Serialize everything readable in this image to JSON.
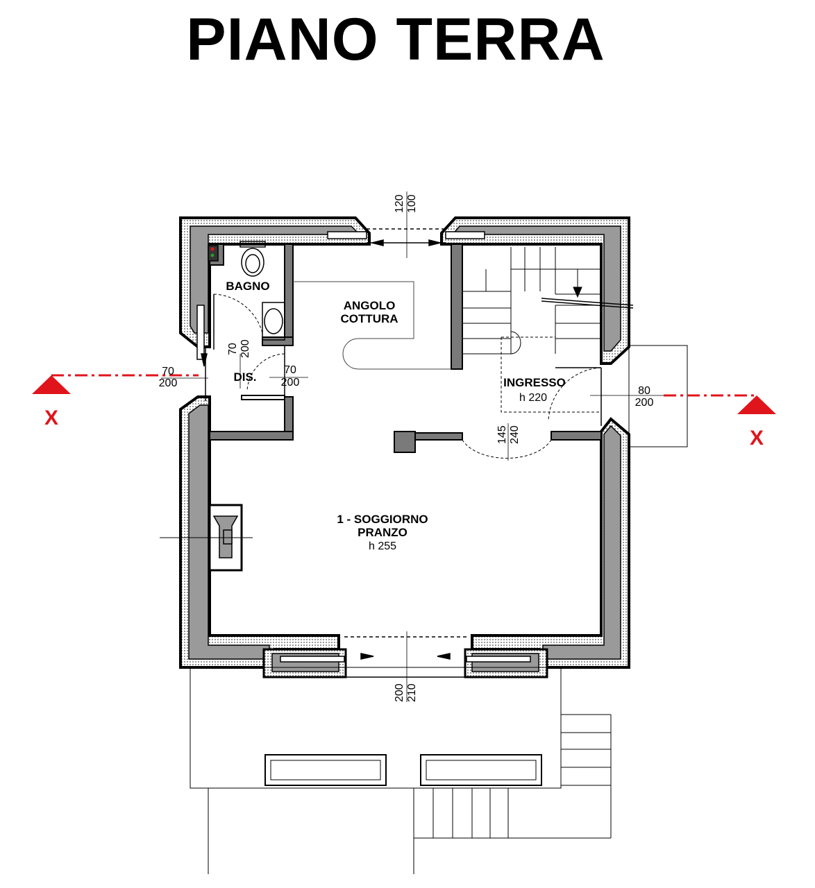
{
  "title": "PIANO TERRA",
  "colors": {
    "wall_fill": "#9a9a9a",
    "wall_border": "#000000",
    "section_marker": "#e0141b"
  },
  "rooms": {
    "bagno": "BAGNO",
    "angolo_1": "ANGOLO",
    "angolo_2": "COTTURA",
    "dis": "DIS.",
    "ingresso": "INGRESSO",
    "ingresso_h": "h 220",
    "soggiorno_1": "1 - SOGGIORNO",
    "soggiorno_2": "PRANZO",
    "soggiorno_h": "h 255"
  },
  "dimensions": {
    "top_window_a": "120",
    "top_window_b": "100",
    "bagno_door_a": "70",
    "bagno_door_b": "200",
    "left_window_a": "70",
    "left_window_b": "200",
    "dis_door_a": "70",
    "dis_door_b": "200",
    "entry_door_a": "80",
    "entry_door_b": "200",
    "soggiorno_door_a": "145",
    "soggiorno_door_b": "240",
    "bottom_window_a": "200",
    "bottom_window_b": "210"
  },
  "section_marks": {
    "left": "X",
    "right": "X"
  }
}
